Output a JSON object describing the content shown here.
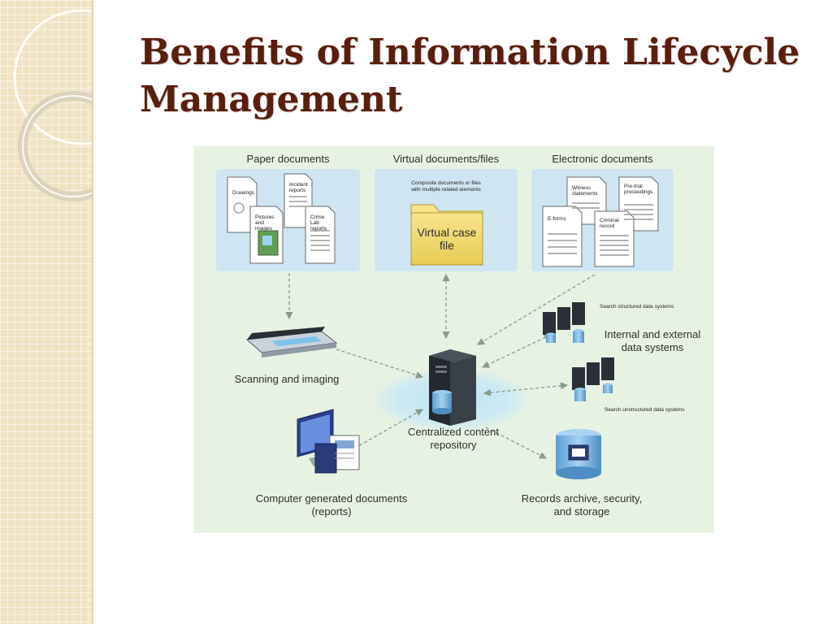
{
  "slide": {
    "title": "Benefits of Information Lifecycle Management"
  },
  "diagram": {
    "panels": {
      "paper": {
        "title": "Paper documents",
        "docs": [
          "Drawings",
          "Incident reports",
          "Pictures and images",
          "Crime Lab reports"
        ]
      },
      "virtual": {
        "title": "Virtual documents/files",
        "note_line1": "Composite documents or files",
        "note_line2": "with multiple related elements",
        "folder_line1": "Virtual case",
        "folder_line2": "file"
      },
      "electronic": {
        "title": "Electronic documents",
        "docs": [
          "Witness statements",
          "Pre-trial proceedings",
          "E-forms",
          "Criminal record"
        ]
      }
    },
    "nodes": {
      "scanning": "Scanning and imaging",
      "repository_line1": "Centralized content",
      "repository_line2": "repository",
      "data_systems_line1": "Internal and external",
      "data_systems_line2": "data systems",
      "structured": "Search structured data systems",
      "unstructured": "Search unstructured data systems",
      "computer_docs_line1": "Computer generated documents",
      "computer_docs_line2": "(reports)",
      "archive_line1": "Records archive, security,",
      "archive_line2": "and storage"
    }
  },
  "colors": {
    "title": "#5a1e0e",
    "diagram_bg": "#e8f2e2",
    "panel_bg": "#cfe6f2",
    "folder": "#f2de7a",
    "arrow": "#8a9a8a",
    "side_strip": "#efe3c4"
  }
}
